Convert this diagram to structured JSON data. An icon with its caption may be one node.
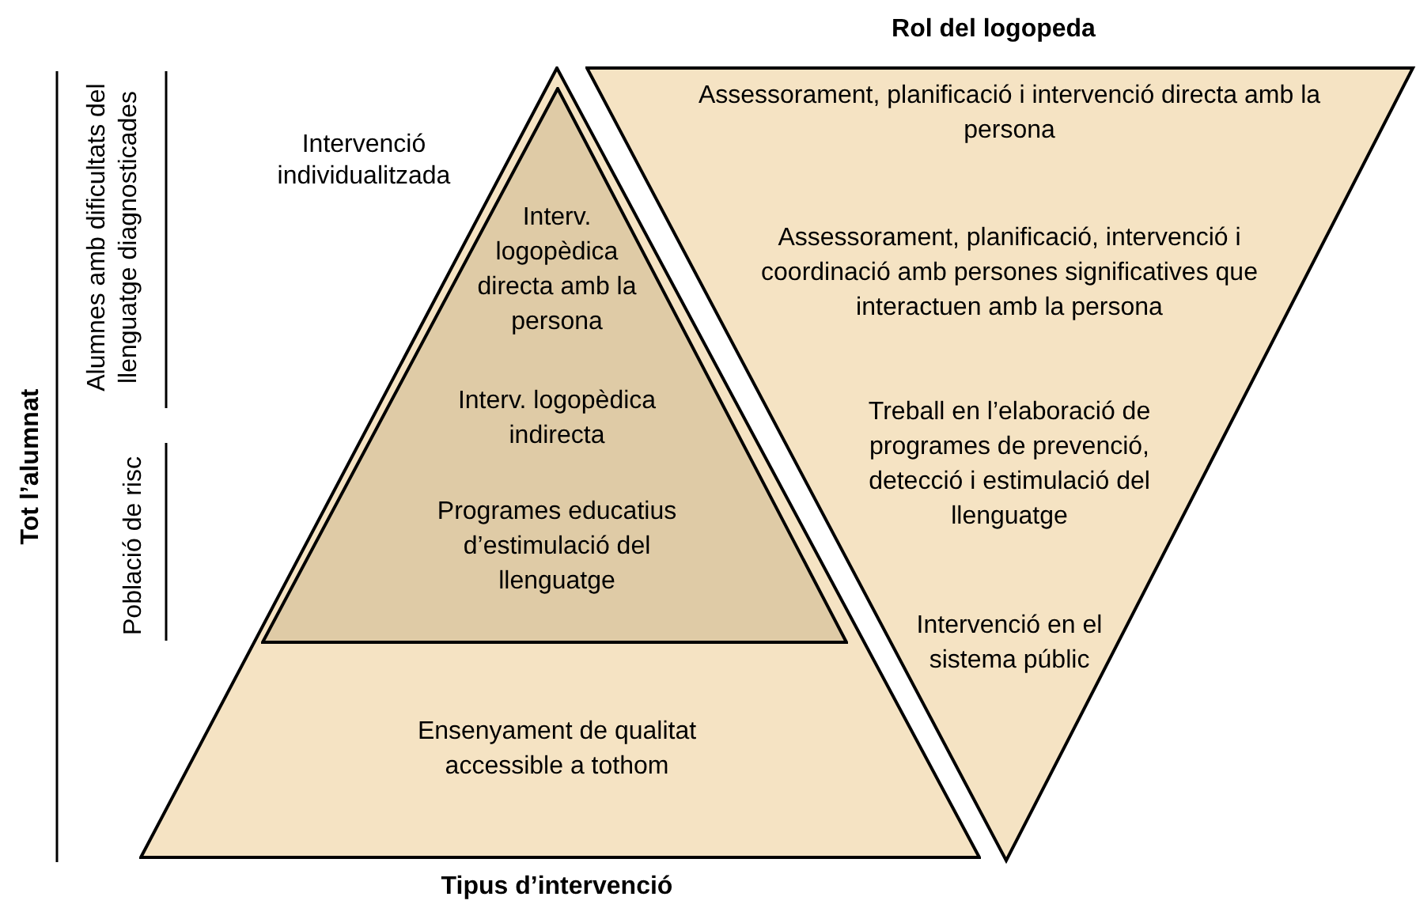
{
  "diagram": {
    "nodes": [
      {
        "text": [
          "Ensenyament de qualitat accessible a tothom",
          "Tipus d’intervenció"
        ]
      },
      {
        "text": [
          "Interv. logopèdica directa amb la persona",
          "Interv. logopèdica indirecta",
          "Programes educatius d’estimulació del llenguatge"
        ],
        "in": 0
      },
      {
        "text": [
          "Rol del logopeda",
          "Assessorament, planificació i intervenció directa amb la persona",
          "Assessorament, planificació, intervenció i coordinació amb persones significatives que interactuen amb la persona",
          "Treball en l’elaboració de programes de prevenció, detecció i estimulació del llenguatge",
          "Intervenció en el sistema públic"
        ]
      }
    ],
    "labels": [
      "Intervenció individualitzada",
      "Alumnes amb dificultats del llenguatge diagnosticades",
      "Població de risc",
      "Tot l’alumnat"
    ]
  }
}
